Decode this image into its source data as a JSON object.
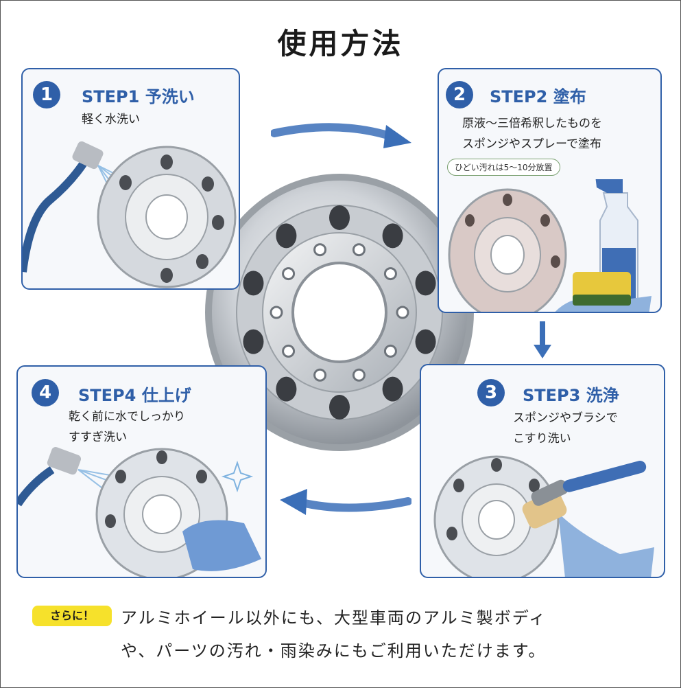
{
  "title": "使用方法",
  "steps": [
    {
      "num": "1",
      "label": "STEP1 予洗い",
      "lines": [
        "軽く水洗い"
      ]
    },
    {
      "num": "2",
      "label": "STEP2 塗布",
      "lines": [
        "原液〜三倍希釈したものを",
        "スポンジやスプレーで塗布"
      ],
      "note": "ひどい汚れは5〜10分放置"
    },
    {
      "num": "3",
      "label": "STEP3 洗浄",
      "lines": [
        "スポンジやブラシで",
        "こすり洗い"
      ]
    },
    {
      "num": "4",
      "label": "STEP4 仕上げ",
      "lines": [
        "乾く前に水でしっかり",
        "すすぎ洗い"
      ]
    }
  ],
  "footer": {
    "badge": "さらに！",
    "line1": "アルミホイール以外にも、大型車両のアルミ製ボディ",
    "line2": "や、パーツの汚れ・雨染みにもご利用いただけます。"
  },
  "colors": {
    "accent": "#2f5fa8",
    "badge": "#f6e12b"
  }
}
